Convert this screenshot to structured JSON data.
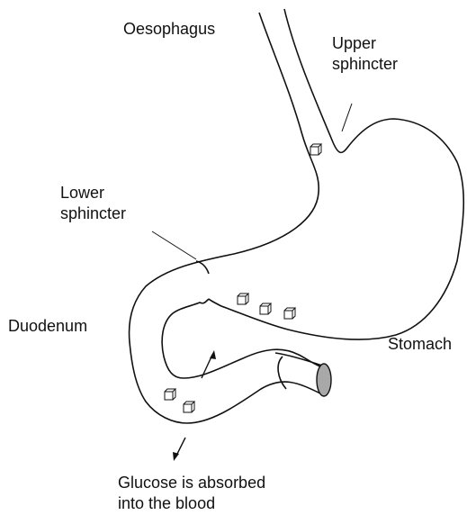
{
  "labels": {
    "oesophagus": "Oesophagus",
    "upper_sphincter": [
      "Upper",
      "sphincter"
    ],
    "lower_sphincter": [
      "Lower",
      "sphincter"
    ],
    "duodenum": "Duodenum",
    "stomach": "Stomach",
    "glucose_absorbed": [
      "Glucose is absorbed",
      "into the blood"
    ]
  },
  "colors": {
    "outline": "#111111",
    "background": "#ffffff",
    "intestine_opening": "#a8a8a8"
  },
  "icons": [
    "glucose-cube-icon",
    "absorption-arrow-icon"
  ]
}
